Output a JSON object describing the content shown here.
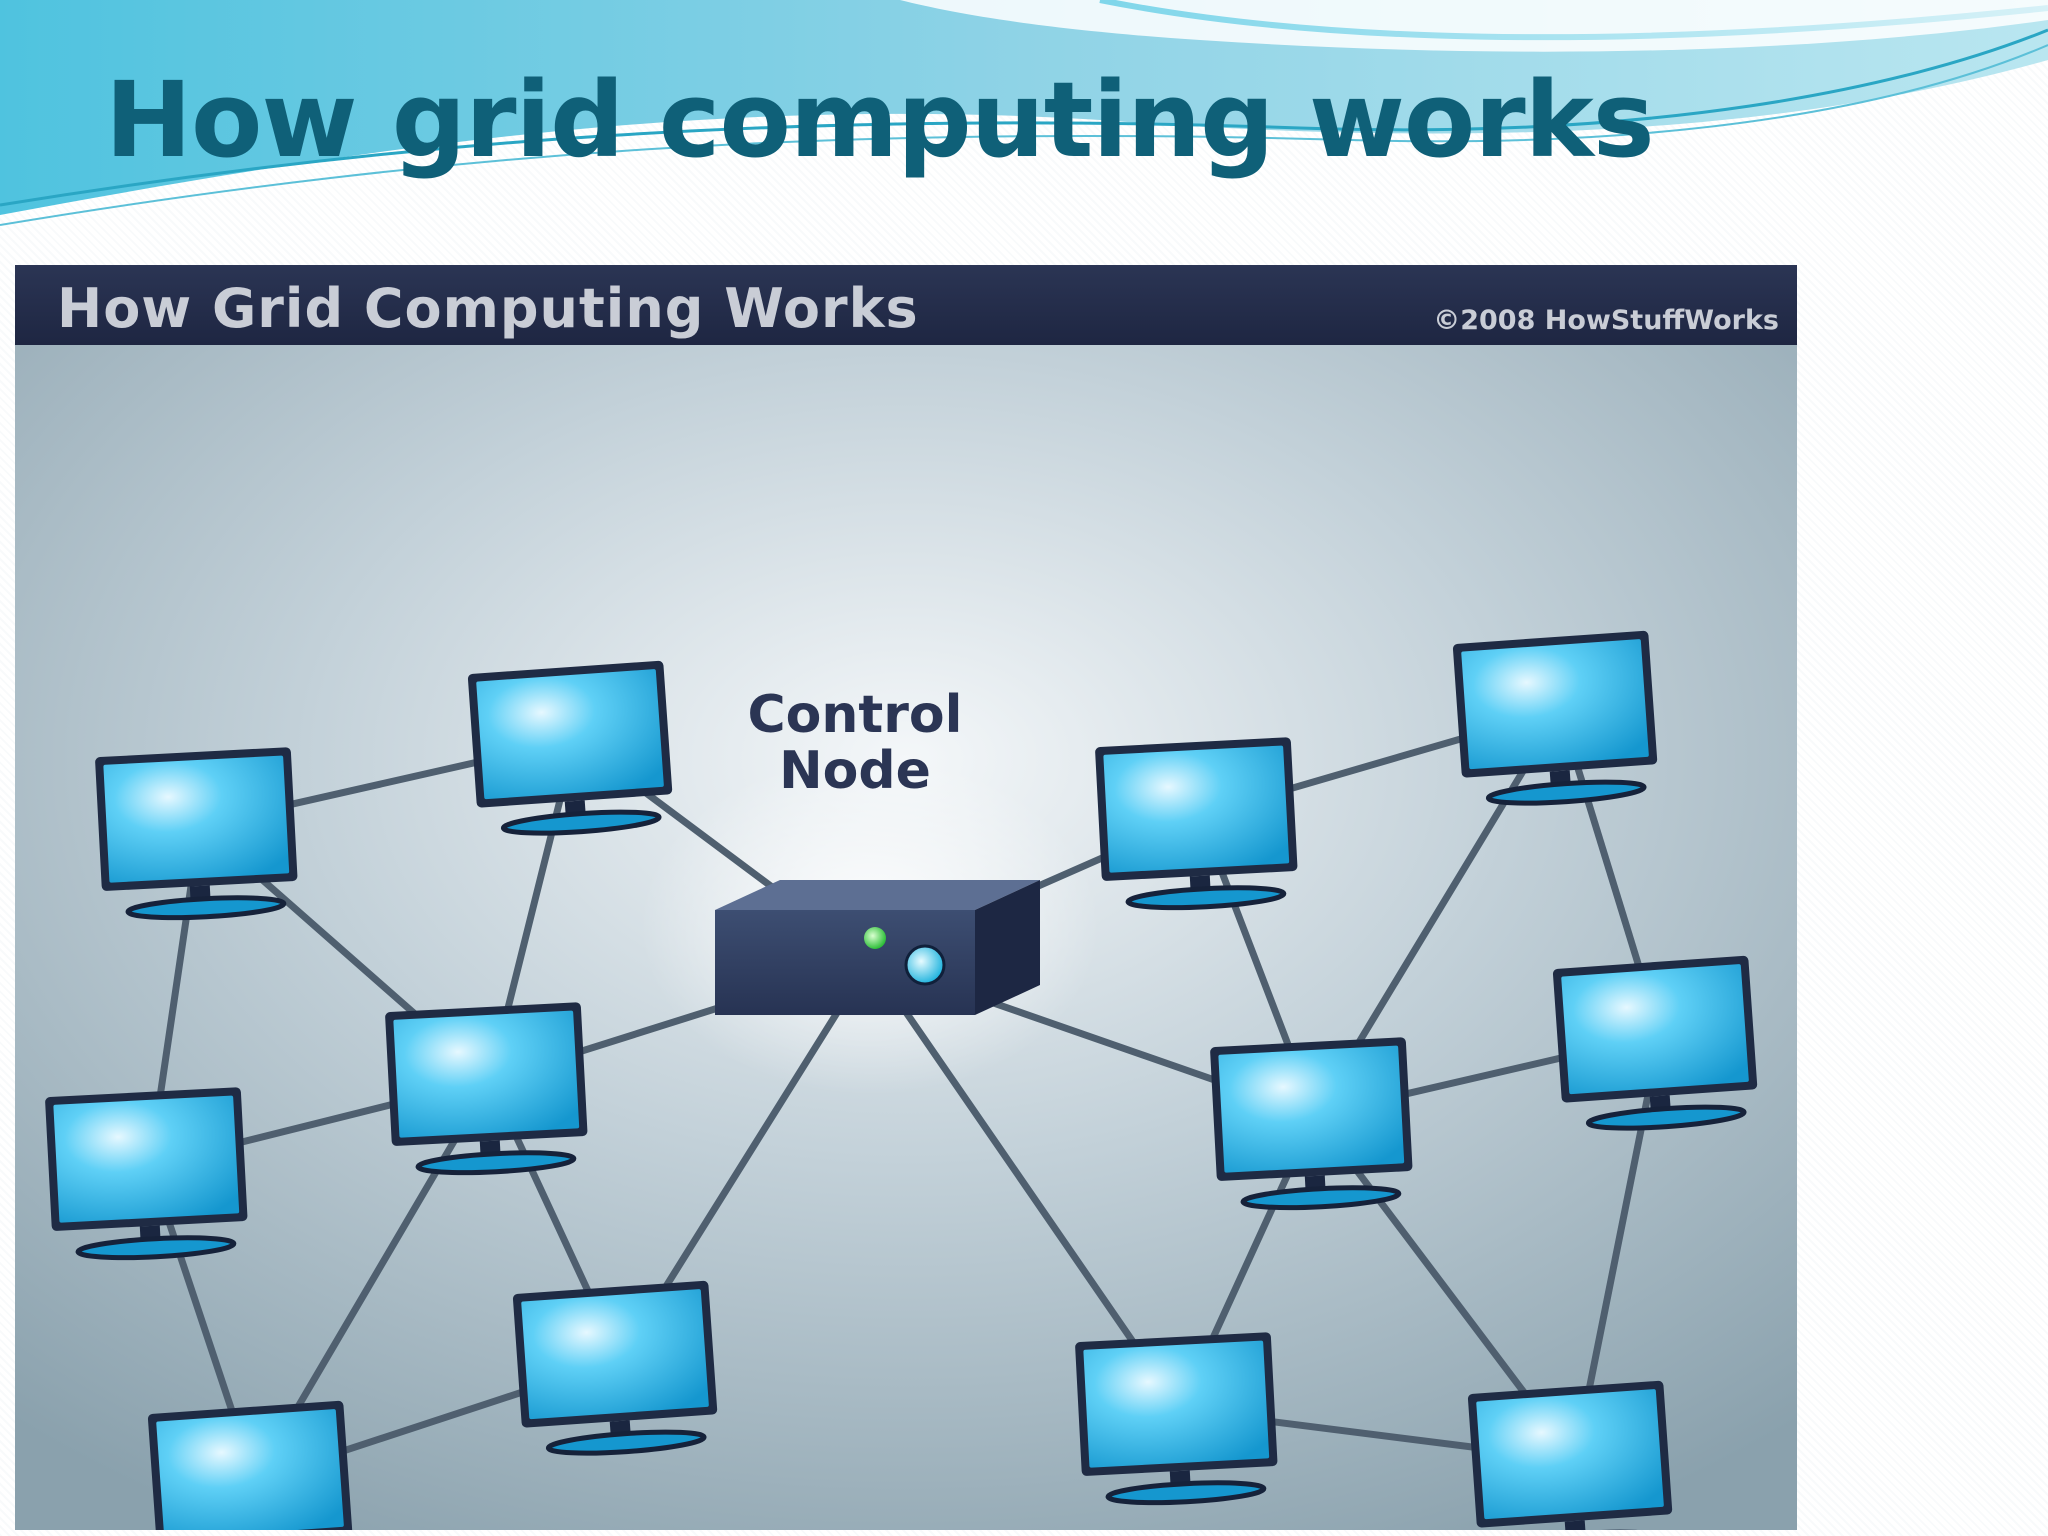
{
  "slide": {
    "title": "How grid computing works"
  },
  "figure": {
    "title": "How Grid Computing Works",
    "credit": "©2008 HowStuffWorks",
    "control_node_label": [
      "Control",
      "Node"
    ],
    "nodes": [
      {
        "id": "control"
      },
      {
        "id": "pc-1"
      },
      {
        "id": "pc-2"
      },
      {
        "id": "pc-3"
      },
      {
        "id": "pc-4"
      },
      {
        "id": "pc-5"
      },
      {
        "id": "pc-6"
      },
      {
        "id": "pc-7"
      },
      {
        "id": "pc-8"
      },
      {
        "id": "pc-9"
      },
      {
        "id": "pc-10"
      },
      {
        "id": "pc-11"
      },
      {
        "id": "pc-12"
      }
    ],
    "edges": [
      [
        "pc-1",
        "pc-2"
      ],
      [
        "pc-1",
        "pc-5"
      ],
      [
        "pc-1",
        "pc-3"
      ],
      [
        "pc-2",
        "pc-5"
      ],
      [
        "pc-2",
        "control"
      ],
      [
        "pc-3",
        "pc-5"
      ],
      [
        "pc-3",
        "pc-4"
      ],
      [
        "pc-4",
        "pc-5"
      ],
      [
        "pc-4",
        "pc-6"
      ],
      [
        "pc-5",
        "pc-6"
      ],
      [
        "pc-5",
        "control"
      ],
      [
        "pc-6",
        "control"
      ],
      [
        "control",
        "pc-7"
      ],
      [
        "control",
        "pc-9"
      ],
      [
        "control",
        "pc-11"
      ],
      [
        "pc-7",
        "pc-8"
      ],
      [
        "pc-7",
        "pc-9"
      ],
      [
        "pc-8",
        "pc-9"
      ],
      [
        "pc-8",
        "pc-10"
      ],
      [
        "pc-9",
        "pc-10"
      ],
      [
        "pc-9",
        "pc-11"
      ],
      [
        "pc-9",
        "pc-12"
      ],
      [
        "pc-10",
        "pc-12"
      ],
      [
        "pc-11",
        "pc-12"
      ]
    ]
  },
  "colors": {
    "title": "#0f6078",
    "header_bg": "#232c4a",
    "screen": "#22b3e8",
    "line": "#4f5f6f",
    "server": "#2d3b5c"
  }
}
